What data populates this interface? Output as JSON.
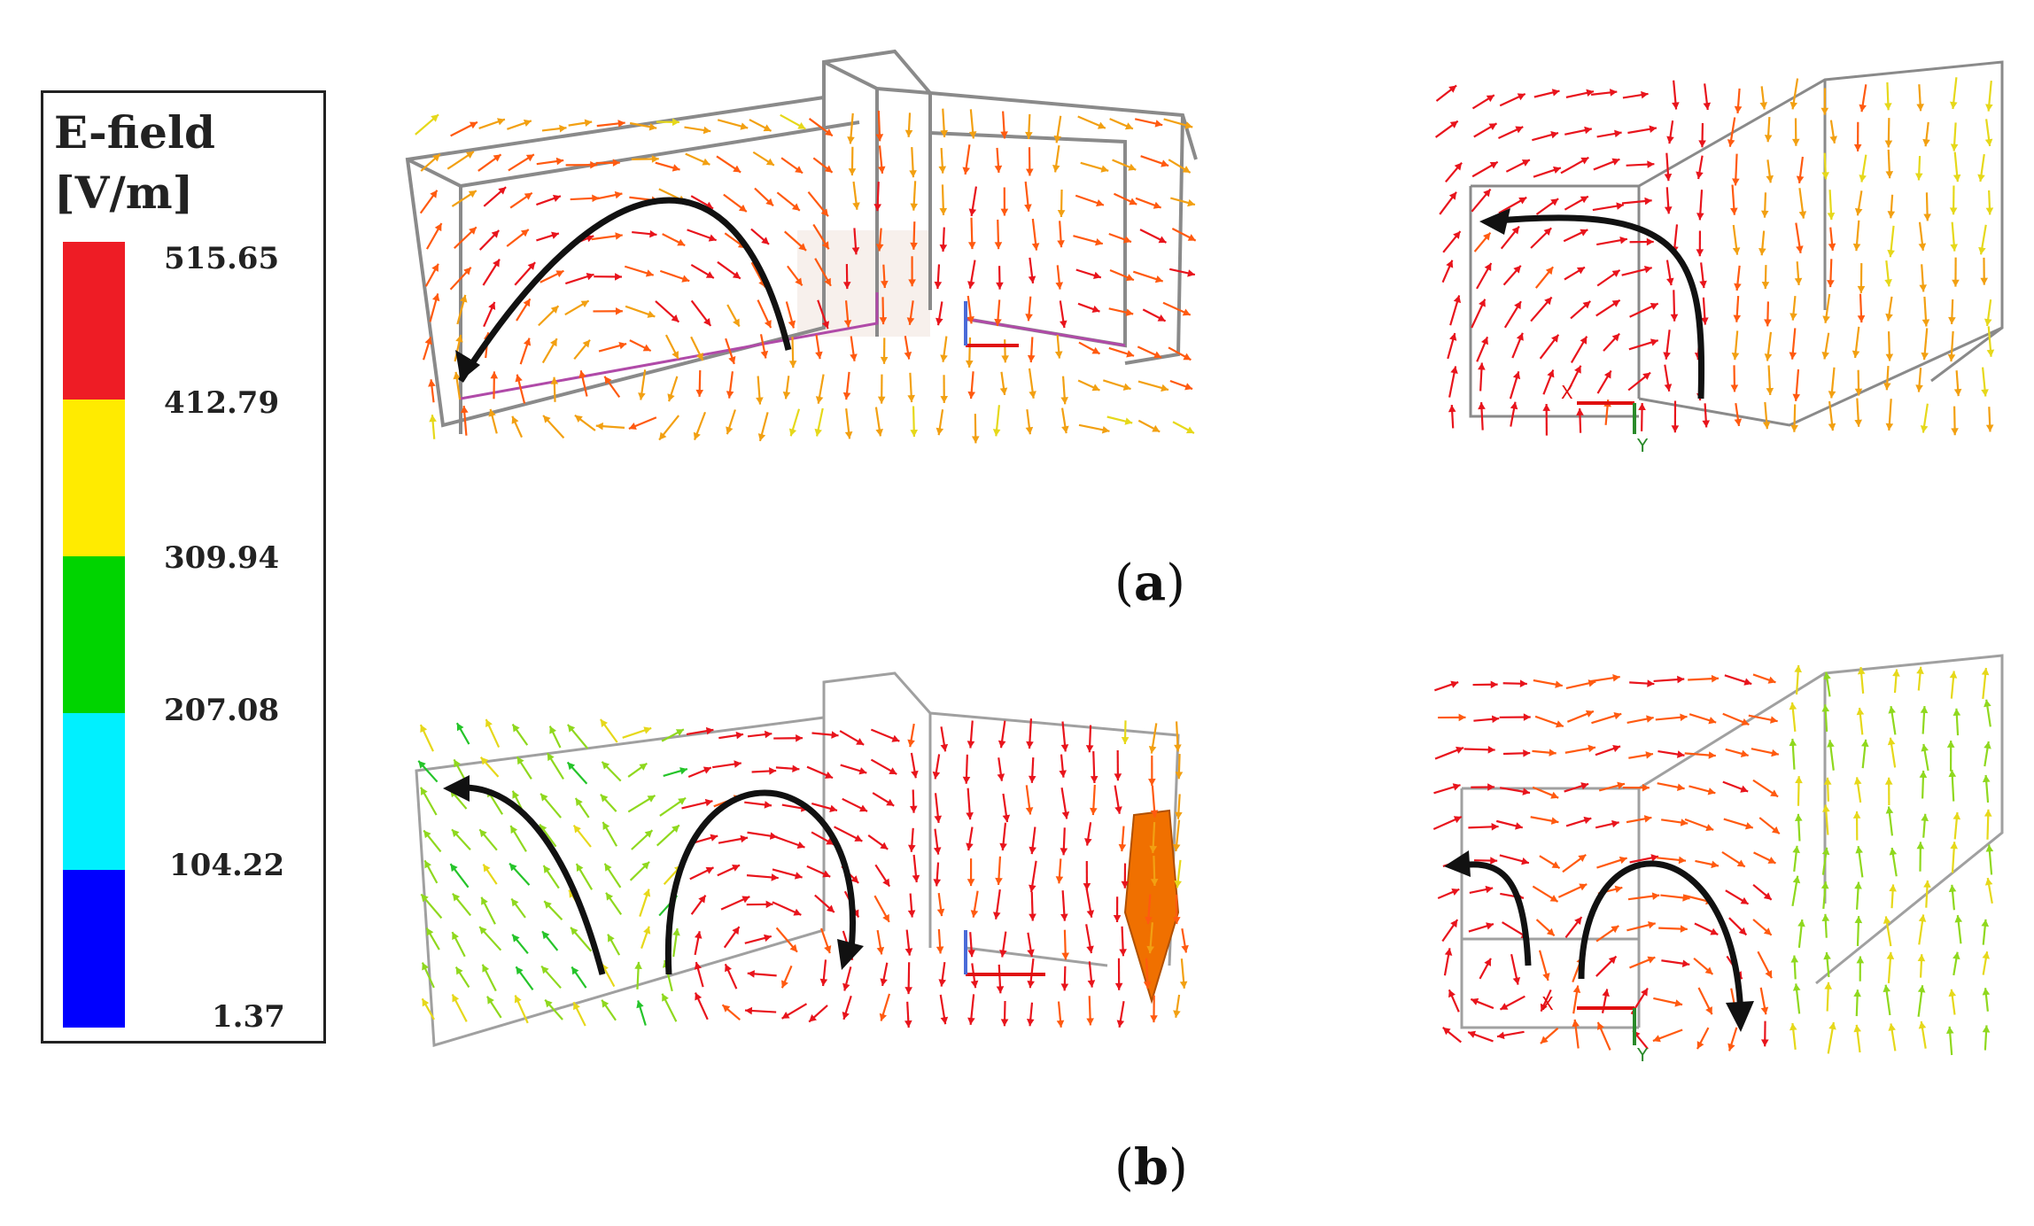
{
  "legend": {
    "title_line1": "E-field",
    "title_line2": "[V/m]",
    "ticks": [
      "515.65",
      "412.79",
      "309.94",
      "207.08",
      "104.22",
      "1.37"
    ],
    "colors": [
      "#ee1c25",
      "#ffeb00",
      "#00d400",
      "#00f0ff",
      "#0000ff"
    ]
  },
  "panels": {
    "a": {
      "label": "a"
    },
    "b": {
      "label": "b"
    }
  },
  "axis_labels": {
    "x": "X",
    "y": "Y"
  },
  "arrow_colors": [
    "#e8141c",
    "#ff5a10",
    "#f2a012",
    "#e6d81a",
    "#8fd81e",
    "#25c42a"
  ]
}
